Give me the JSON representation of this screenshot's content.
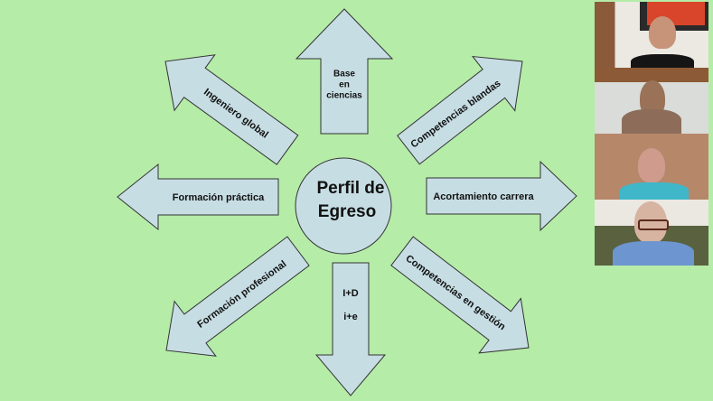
{
  "slide": {
    "center": {
      "line1": "Perfil de",
      "line2": "Egreso"
    },
    "arrows": [
      {
        "id": "up",
        "lines": [
          "Base",
          "en",
          "ciencias"
        ]
      },
      {
        "id": "up-left",
        "lines": [
          "Ingeniero global"
        ]
      },
      {
        "id": "up-right",
        "lines": [
          "Competencias  blandas"
        ]
      },
      {
        "id": "left",
        "lines": [
          "Formación práctica"
        ]
      },
      {
        "id": "right",
        "lines": [
          "Acortamiento carrera"
        ]
      },
      {
        "id": "down-left",
        "lines": [
          "Formación profesional"
        ]
      },
      {
        "id": "down",
        "lines": [
          "I+D",
          "i+e"
        ]
      },
      {
        "id": "down-right",
        "lines": [
          "Competencias  en  gestión"
        ]
      }
    ],
    "colors": {
      "background": "#b5eca8",
      "arrow_fill": "#c6dde3",
      "stroke": "#333333"
    }
  },
  "participants": [
    {
      "tile": "participant-1"
    },
    {
      "tile": "participant-2"
    },
    {
      "tile": "participant-3"
    },
    {
      "tile": "participant-4"
    }
  ]
}
